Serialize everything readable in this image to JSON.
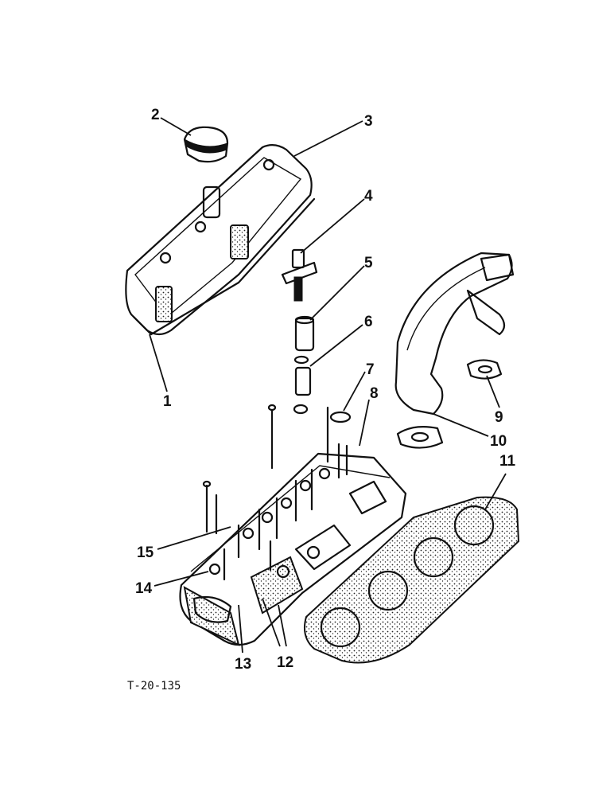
{
  "figure_ref": "T-20-135",
  "callouts": [
    {
      "id": "1",
      "text": "1"
    },
    {
      "id": "2",
      "text": "2"
    },
    {
      "id": "3",
      "text": "3"
    },
    {
      "id": "4",
      "text": "4"
    },
    {
      "id": "5",
      "text": "5"
    },
    {
      "id": "6",
      "text": "6"
    },
    {
      "id": "7",
      "text": "7"
    },
    {
      "id": "8",
      "text": "8"
    },
    {
      "id": "9",
      "text": "9"
    },
    {
      "id": "10",
      "text": "10"
    },
    {
      "id": "11",
      "text": "11"
    },
    {
      "id": "12",
      "text": "12"
    },
    {
      "id": "13",
      "text": "13"
    },
    {
      "id": "14",
      "text": "14"
    },
    {
      "id": "15",
      "text": "15"
    }
  ]
}
